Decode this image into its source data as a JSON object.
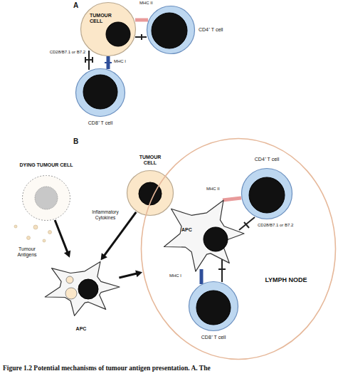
{
  "diagram": {
    "caption": "Figure 1.2 Potential mechanisms of tumour antigen presentation. A. The",
    "nodes": [
      {
        "text": [
          "TUMOUR CELL"
        ]
      },
      {
        "text": [
          "CD4⁺ T cell"
        ]
      },
      {
        "text": [
          "CD8⁺ T cell"
        ]
      },
      {
        "text": [
          "DYING TUMOUR CELL"
        ]
      },
      {
        "text": [
          "TUMOUR CELL"
        ]
      },
      {
        "text": [
          "APC"
        ]
      },
      {
        "text": [
          "LYMPH NODE"
        ]
      },
      {
        "text": [
          "CD4⁺ T cell"
        ],
        "in": 6
      },
      {
        "text": [
          "APC"
        ],
        "in": 6
      },
      {
        "text": [
          "CD8⁺ T cell"
        ],
        "in": 6
      }
    ],
    "edges": [
      {
        "from": 3,
        "to": 5,
        "arrow": "to"
      },
      {
        "from": 4,
        "to": 5,
        "arrow": "to"
      },
      {
        "from": 5,
        "to": 6,
        "arrow": "to"
      }
    ],
    "labels": [
      "A",
      "MHC II",
      "CD28/B7.1 or B7.2",
      "MHC I",
      "B",
      "Inflammatory Cytokines",
      "Tumour Antigens",
      "MHC II",
      "CD28/B7.1 or B7.2",
      "MHC I"
    ]
  }
}
